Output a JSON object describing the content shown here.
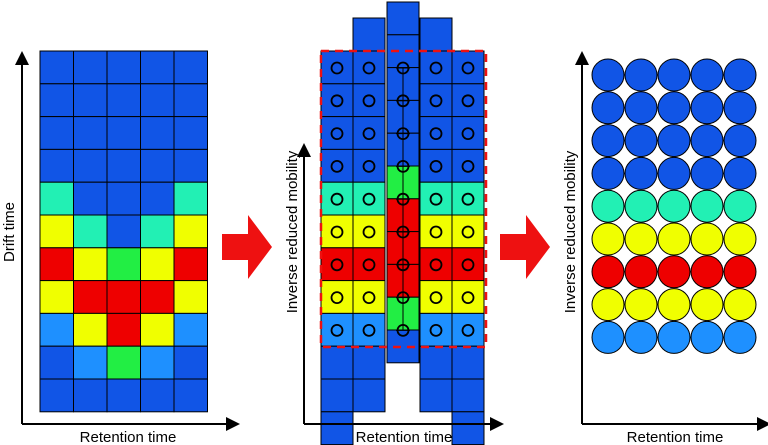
{
  "colors": {
    "blue": "#1155e6",
    "lightblue": "#1e90ff",
    "cyan": "#22f0b4",
    "yellow": "#f0ff00",
    "red": "#ee0000",
    "green": "#22ee44",
    "grid_line": "#000000",
    "arrow": "#ee1111",
    "dashed_box": "#ee1111"
  },
  "panels": [
    {
      "id": "panel-1",
      "x_axis_label": "Retention time",
      "y_axis_label": "Drift time",
      "grid_rows": [
        [
          "blue",
          "blue",
          "blue",
          "blue",
          "blue"
        ],
        [
          "blue",
          "blue",
          "blue",
          "blue",
          "blue"
        ],
        [
          "blue",
          "blue",
          "blue",
          "blue",
          "blue"
        ],
        [
          "blue",
          "blue",
          "blue",
          "blue",
          "blue"
        ],
        [
          "cyan",
          "blue",
          "blue",
          "blue",
          "cyan"
        ],
        [
          "yellow",
          "cyan",
          "blue",
          "cyan",
          "yellow"
        ],
        [
          "red",
          "yellow",
          "green",
          "yellow",
          "red"
        ],
        [
          "yellow",
          "red",
          "red",
          "red",
          "yellow"
        ],
        [
          "lightblue",
          "yellow",
          "red",
          "yellow",
          "lightblue"
        ],
        [
          "blue",
          "lightblue",
          "green",
          "lightblue",
          "blue"
        ],
        [
          "blue",
          "blue",
          "blue",
          "blue",
          "blue"
        ]
      ]
    },
    {
      "id": "panel-2",
      "x_axis_label": "Retention time",
      "y_axis_label": "Inverse reduced mobility",
      "center_column": [
        "blue",
        "blue",
        "blue",
        "blue",
        "blue",
        "green",
        "red",
        "red",
        "red",
        "green",
        "blue"
      ],
      "side_rows": [
        [
          "blue",
          "blue",
          "blue",
          "blue"
        ],
        [
          "blue",
          "blue",
          "blue",
          "blue"
        ],
        [
          "blue",
          "blue",
          "blue",
          "blue"
        ],
        [
          "blue",
          "blue",
          "blue",
          "blue"
        ],
        [
          "cyan",
          "cyan",
          "cyan",
          "cyan"
        ],
        [
          "yellow",
          "yellow",
          "yellow",
          "yellow"
        ],
        [
          "red",
          "red",
          "red",
          "red"
        ],
        [
          "yellow",
          "yellow",
          "yellow",
          "yellow"
        ],
        [
          "lightblue",
          "lightblue",
          "lightblue",
          "lightblue"
        ],
        [
          "blue",
          "blue",
          "blue",
          "blue"
        ]
      ]
    },
    {
      "id": "panel-3",
      "x_axis_label": "Retention time",
      "y_axis_label": "Inverse reduced mobility",
      "circle_rows": [
        "blue",
        "blue",
        "blue",
        "blue",
        "cyan",
        "yellow",
        "red",
        "yellow",
        "lightblue"
      ]
    }
  ]
}
